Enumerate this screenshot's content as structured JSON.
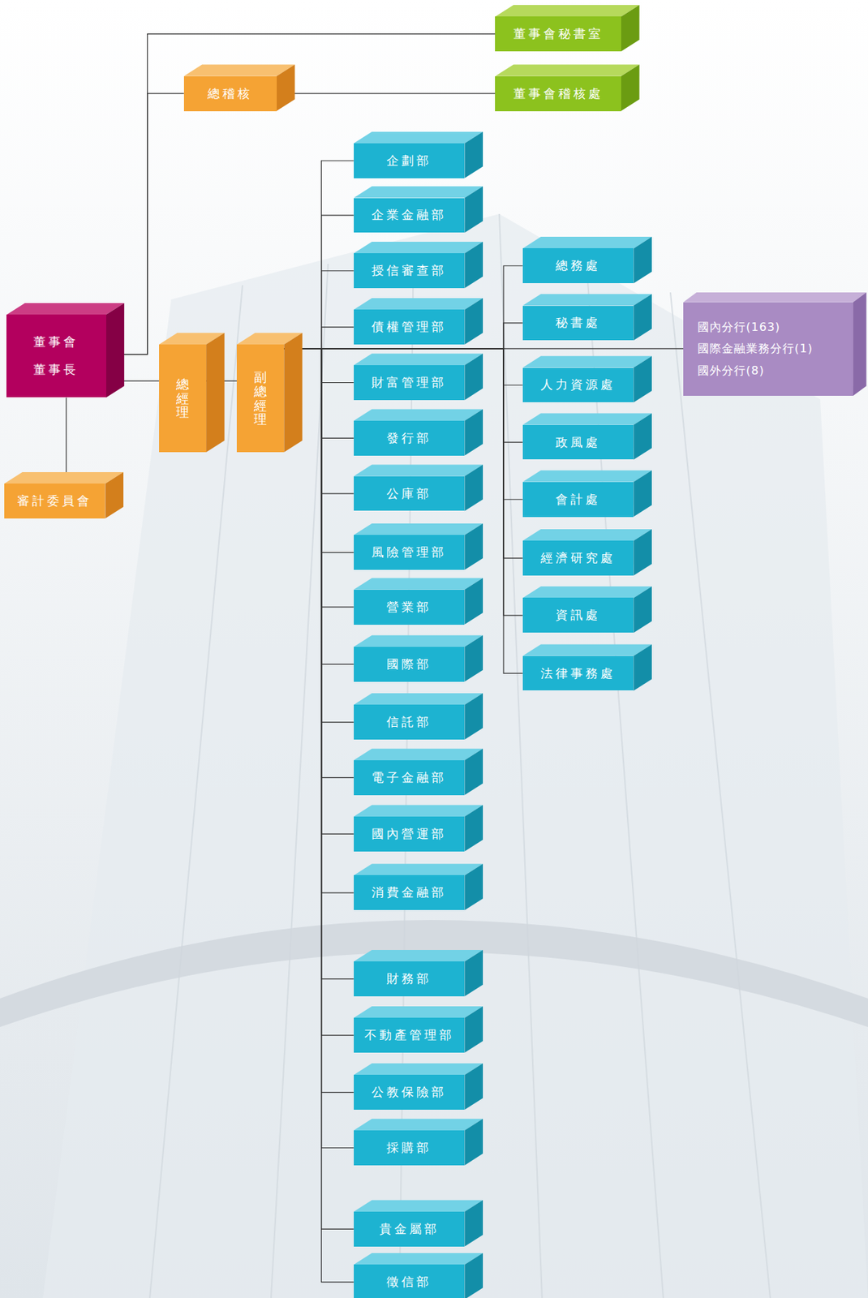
{
  "diagram": {
    "nodes": [
      {
        "text": [
          "董事會秘書室"
        ]
      },
      {
        "text": [
          "總稽核"
        ]
      },
      {
        "text": [
          "董事會稽核處"
        ]
      },
      {
        "text": [
          "董事會",
          "董事長"
        ]
      },
      {
        "text": [
          "總經理"
        ]
      },
      {
        "text": [
          "副總經理"
        ]
      },
      {
        "text": [
          "審計委員會"
        ]
      },
      {
        "text": [
          "企劃部"
        ]
      },
      {
        "text": [
          "企業金融部"
        ]
      },
      {
        "text": [
          "授信審查部"
        ]
      },
      {
        "text": [
          "債權管理部"
        ]
      },
      {
        "text": [
          "財富管理部"
        ]
      },
      {
        "text": [
          "發行部"
        ]
      },
      {
        "text": [
          "公庫部"
        ]
      },
      {
        "text": [
          "風險管理部"
        ]
      },
      {
        "text": [
          "營業部"
        ]
      },
      {
        "text": [
          "國際部"
        ]
      },
      {
        "text": [
          "信託部"
        ]
      },
      {
        "text": [
          "電子金融部"
        ]
      },
      {
        "text": [
          "國內營運部"
        ]
      },
      {
        "text": [
          "消費金融部"
        ]
      },
      {
        "text": [
          "財務部"
        ]
      },
      {
        "text": [
          "不動產管理部"
        ]
      },
      {
        "text": [
          "公教保險部"
        ]
      },
      {
        "text": [
          "採購部"
        ]
      },
      {
        "text": [
          "貴金屬部"
        ]
      },
      {
        "text": [
          "徵信部"
        ]
      },
      {
        "text": [
          "總務處"
        ]
      },
      {
        "text": [
          "秘書處"
        ]
      },
      {
        "text": [
          "人力資源處"
        ]
      },
      {
        "text": [
          "政風處"
        ]
      },
      {
        "text": [
          "會計處"
        ]
      },
      {
        "text": [
          "經濟研究處"
        ]
      },
      {
        "text": [
          "資訊處"
        ]
      },
      {
        "text": [
          "法律事務處"
        ]
      },
      {
        "text": [
          "國內分行(163)",
          "國際金融業務分行(1)",
          "國外分行(8)"
        ]
      }
    ],
    "edges": [
      {
        "from": 3,
        "to": 0,
        "arrow": "none"
      },
      {
        "from": 3,
        "to": 1,
        "arrow": "none"
      },
      {
        "from": 1,
        "to": 2,
        "arrow": "none"
      },
      {
        "from": 3,
        "to": 4,
        "arrow": "none"
      },
      {
        "from": 3,
        "to": 6,
        "arrow": "none"
      },
      {
        "from": 4,
        "to": 5,
        "arrow": "none"
      },
      {
        "from": 5,
        "to": 7,
        "arrow": "none"
      },
      {
        "from": 5,
        "to": 8,
        "arrow": "none"
      },
      {
        "from": 5,
        "to": 9,
        "arrow": "none"
      },
      {
        "from": 5,
        "to": 10,
        "arrow": "none"
      },
      {
        "from": 5,
        "to": 11,
        "arrow": "none"
      },
      {
        "from": 5,
        "to": 12,
        "arrow": "none"
      },
      {
        "from": 5,
        "to": 13,
        "arrow": "none"
      },
      {
        "from": 5,
        "to": 14,
        "arrow": "none"
      },
      {
        "from": 5,
        "to": 15,
        "arrow": "none"
      },
      {
        "from": 5,
        "to": 16,
        "arrow": "none"
      },
      {
        "from": 5,
        "to": 17,
        "arrow": "none"
      },
      {
        "from": 5,
        "to": 18,
        "arrow": "none"
      },
      {
        "from": 5,
        "to": 19,
        "arrow": "none"
      },
      {
        "from": 5,
        "to": 20,
        "arrow": "none"
      },
      {
        "from": 5,
        "to": 21,
        "arrow": "none"
      },
      {
        "from": 5,
        "to": 22,
        "arrow": "none"
      },
      {
        "from": 5,
        "to": 23,
        "arrow": "none"
      },
      {
        "from": 5,
        "to": 24,
        "arrow": "none"
      },
      {
        "from": 5,
        "to": 25,
        "arrow": "none"
      },
      {
        "from": 5,
        "to": 26,
        "arrow": "none"
      },
      {
        "from": 5,
        "to": 27,
        "arrow": "none"
      },
      {
        "from": 5,
        "to": 28,
        "arrow": "none"
      },
      {
        "from": 5,
        "to": 29,
        "arrow": "none"
      },
      {
        "from": 5,
        "to": 30,
        "arrow": "none"
      },
      {
        "from": 5,
        "to": 31,
        "arrow": "none"
      },
      {
        "from": 5,
        "to": 32,
        "arrow": "none"
      },
      {
        "from": 5,
        "to": 33,
        "arrow": "none"
      },
      {
        "from": 5,
        "to": 34,
        "arrow": "none"
      },
      {
        "from": 5,
        "to": 35,
        "arrow": "none"
      }
    ]
  }
}
